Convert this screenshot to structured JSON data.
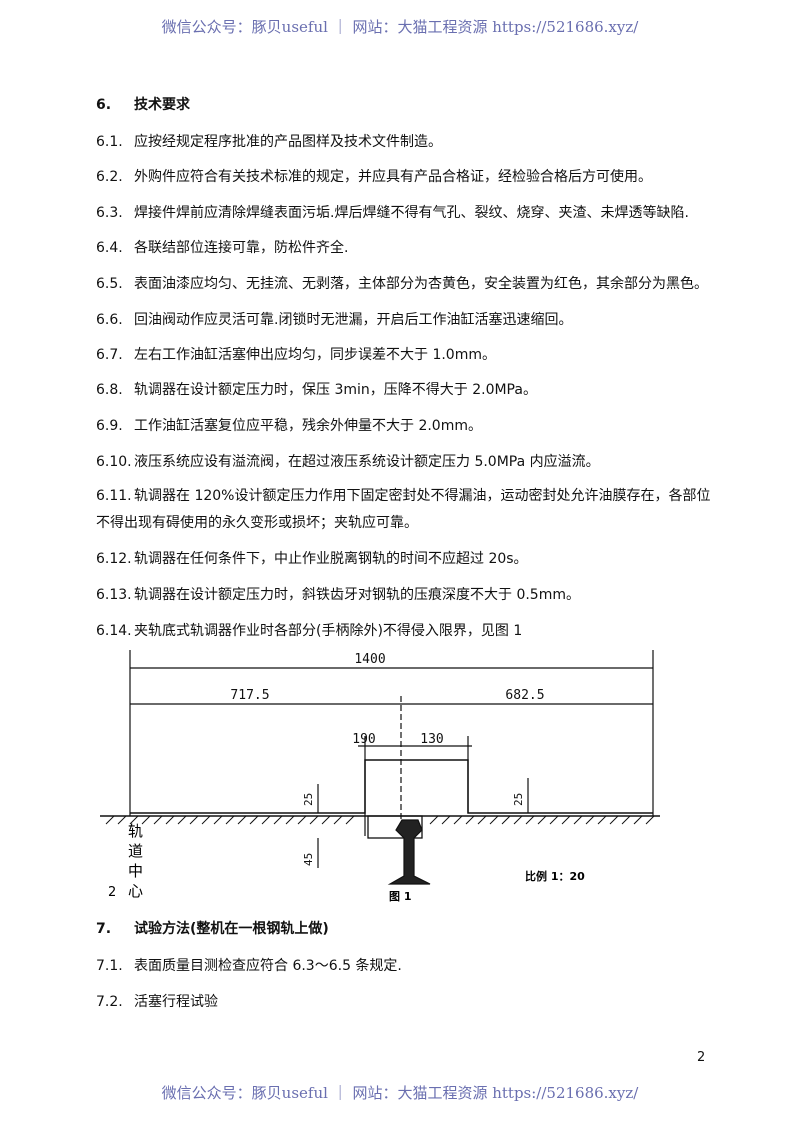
{
  "header": "微信公众号：豚贝useful ｜ 网站：大猫工程资源 https://521686.xyz/",
  "footer": "微信公众号：豚贝useful ｜ 网站：大猫工程资源 https://521686.xyz/",
  "section6": {
    "num": "6.",
    "title": "技术要求"
  },
  "items": [
    {
      "num": "6.1.",
      "text": "应按经规定程序批准的产品图样及技术文件制造。"
    },
    {
      "num": "6.2.",
      "text": "外购件应符合有关技术标准的规定，并应具有产品合格证，经检验合格后方可使用。"
    },
    {
      "num": "6.3.",
      "text": "焊接件焊前应清除焊缝表面污垢.焊后焊缝不得有气孔、裂纹、烧穿、夹渣、未焊透等缺陷."
    },
    {
      "num": "6.4.",
      "text": "各联结部位连接可靠，防松件齐全."
    },
    {
      "num": "6.5.",
      "text": "表面油漆应均匀、无挂流、无剥落，主体部分为杏黄色，安全装置为红色，其余部分为黑色。"
    },
    {
      "num": "6.6.",
      "text": "回油阀动作应灵活可靠.闭锁时无泄漏，开启后工作油缸活塞迅速缩回。"
    },
    {
      "num": "6.7.",
      "text": "左右工作油缸活塞伸出应均匀，同步误差不大于 1.0mm。"
    },
    {
      "num": "6.8.",
      "text": "轨调器在设计额定压力时，保压 3min，压降不得大于 2.0MPa。"
    },
    {
      "num": "6.9.",
      "text": "工作油缸活塞复位应平稳，残余外伸量不大于 2.0mm。"
    },
    {
      "num": "6.10.",
      "text": "液压系统应设有溢流阀，在超过液压系统设计额定压力 5.0MPa 内应溢流。"
    },
    {
      "num": "6.11.",
      "text": "轨调器在 120%设计额定压力作用下固定密封处不得漏油，运动密封处允许油膜存在，各部位不得出现有碍使用的永久变形或损坏；夹轨应可靠。"
    },
    {
      "num": "6.12.",
      "text": "轨调器在任何条件下，中止作业脱离钢轨的时间不应超过 20s。"
    },
    {
      "num": "6.13.",
      "text": "轨调器在设计额定压力时，斜铁齿牙对钢轨的压痕深度不大于 0.5mm。"
    },
    {
      "num": "6.14.",
      "text": "夹轨底式轨调器作业时各部分(手柄除外)不得侵入限界，见图 1"
    }
  ],
  "figure": {
    "dim_total": "1400",
    "dim_left": "717.5",
    "dim_right": "682.5",
    "dim_a": "190",
    "dim_b": "130",
    "dim_h_left": "25",
    "dim_h_right": "25",
    "dim_depth": "45",
    "track_center": "轨道中心",
    "caption": "图 1",
    "scale": "比例 1：20",
    "margin_mark": "2"
  },
  "section7": {
    "num": "7.",
    "title": "试验方法(整机在一根钢轨上做)"
  },
  "items7": [
    {
      "num": "7.1.",
      "text": "表面质量目测检查应符合 6.3～6.5 条规定."
    },
    {
      "num": "7.2.",
      "text": "活塞行程试验"
    }
  ],
  "page_number": "2"
}
